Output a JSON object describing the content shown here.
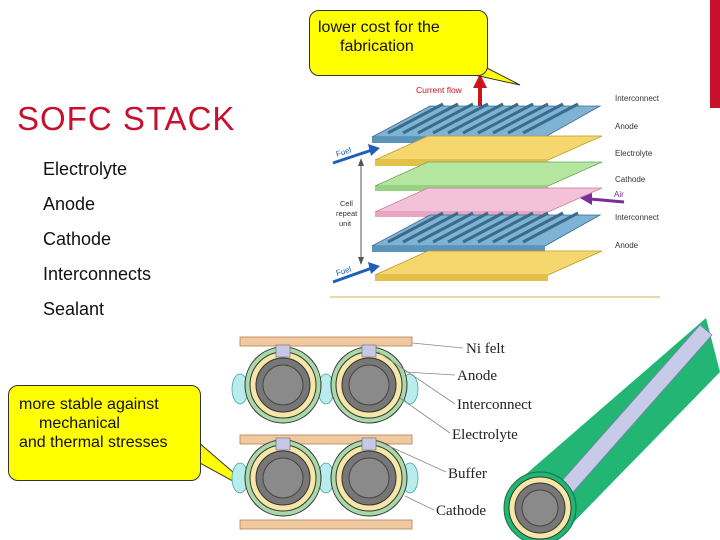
{
  "title": "SOFC STACK",
  "bullets": [
    "Electrolyte",
    "Anode",
    "Cathode",
    "Interconnects",
    "Sealant"
  ],
  "callout_top": [
    "lower cost for the",
    "fabrication"
  ],
  "callout_left": [
    "more stable against",
    "mechanical",
    "and thermal stresses"
  ],
  "planar": {
    "current_flow": "Current flow",
    "fuel": "Fuel",
    "air": "Air",
    "cell_repeat": [
      "Cell",
      "repeat",
      "unit"
    ],
    "layers": [
      "Interconnect",
      "Anode",
      "Electrolyte",
      "Cathode",
      "Interconnect",
      "Anode"
    ]
  },
  "tubular": {
    "labels": [
      "Ni felt",
      "Anode",
      "Interconnect",
      "Electrolyte",
      "Buffer",
      "Cathode"
    ]
  },
  "colors": {
    "title": "#c8102e",
    "callout": "#ffff00",
    "interconnect": "#7fb3d5",
    "anode": "#f5d76e",
    "electrolyte": "#b5e6a0",
    "cathode": "#f4c2d8",
    "tube_green": "#22b573"
  }
}
